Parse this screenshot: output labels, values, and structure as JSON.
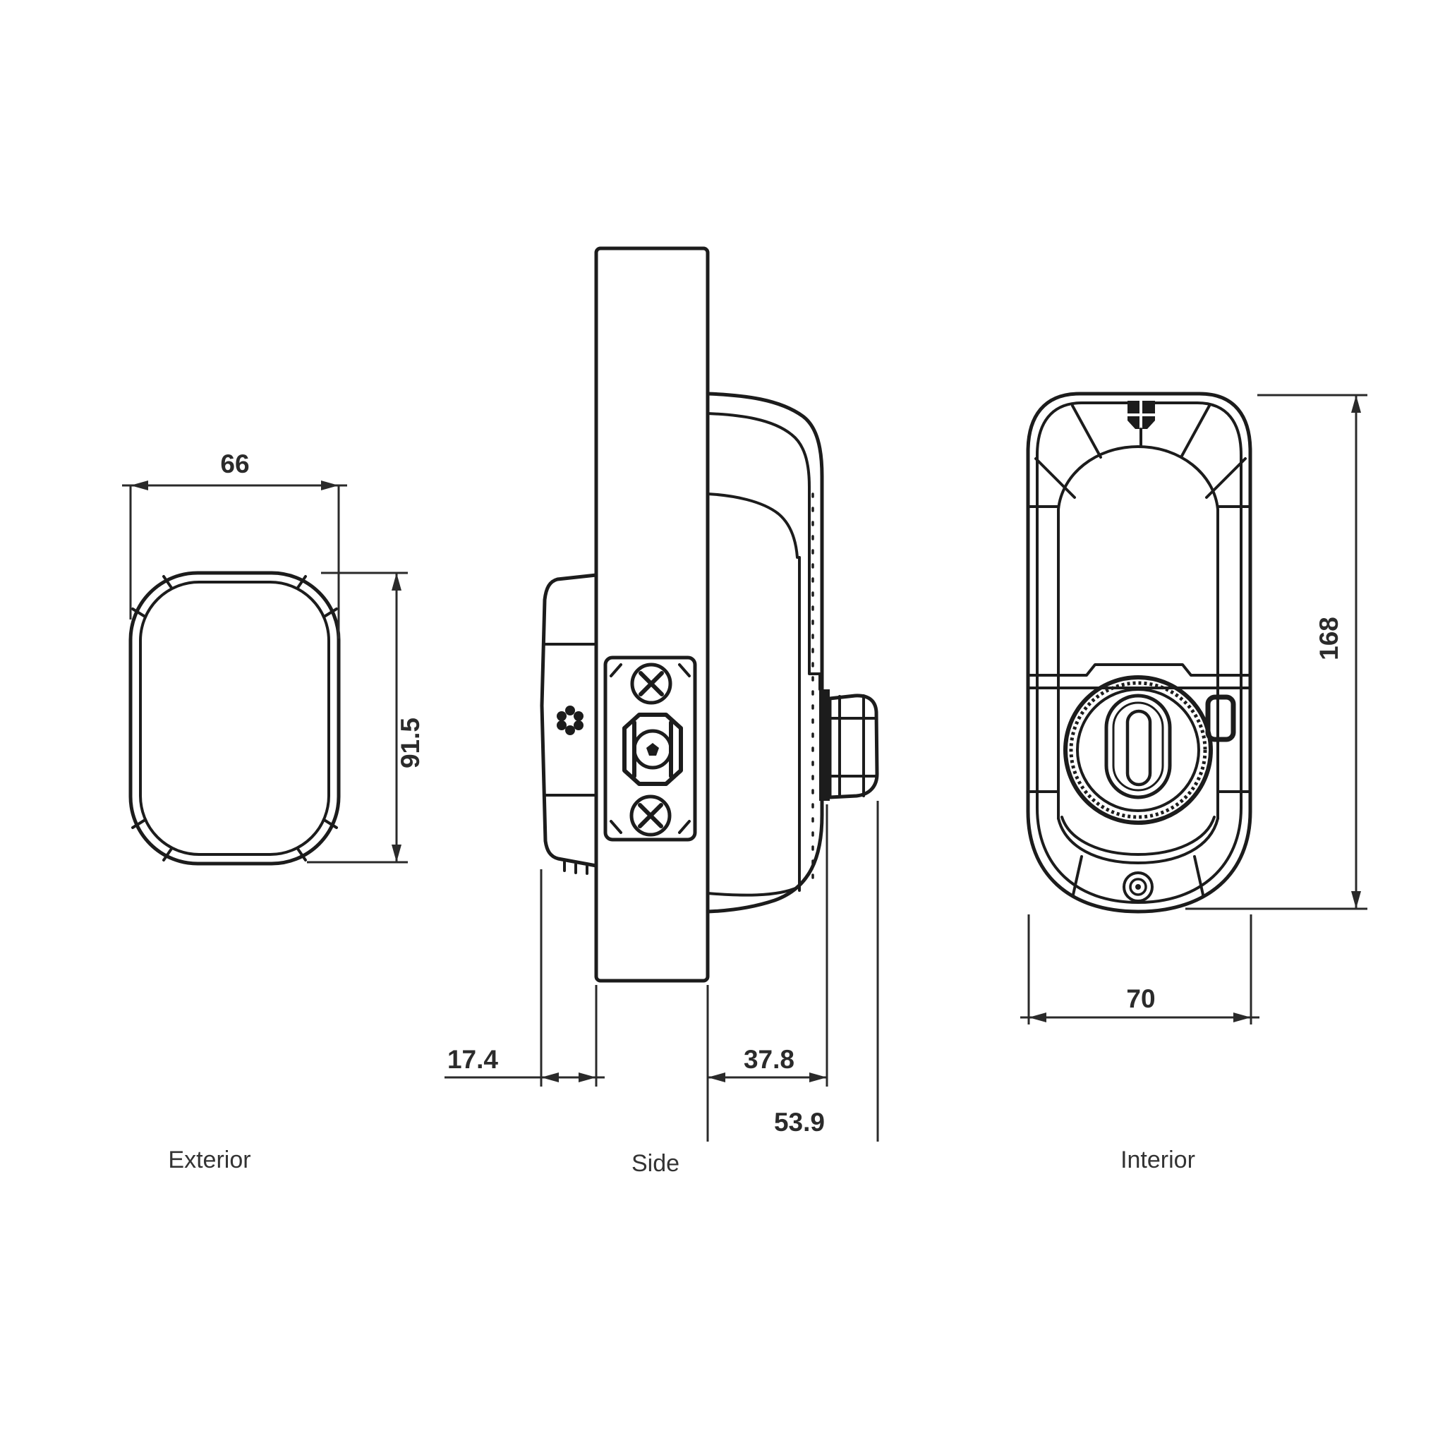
{
  "drawing": {
    "type": "technical-drawing",
    "subject": "smart deadbolt lock - three orthographic views",
    "background": "#ffffff",
    "line_color": "#1c1c1c",
    "text_color": "#2b2b2b"
  },
  "views": {
    "exterior": {
      "label": "Exterior",
      "width": "66",
      "height": "91.5"
    },
    "side": {
      "label": "Side",
      "exterior_depth": "17.4",
      "interior_depth": "37.8",
      "total_depth": "53.9"
    },
    "interior": {
      "label": "Interior",
      "width": "70",
      "height": "168"
    }
  }
}
